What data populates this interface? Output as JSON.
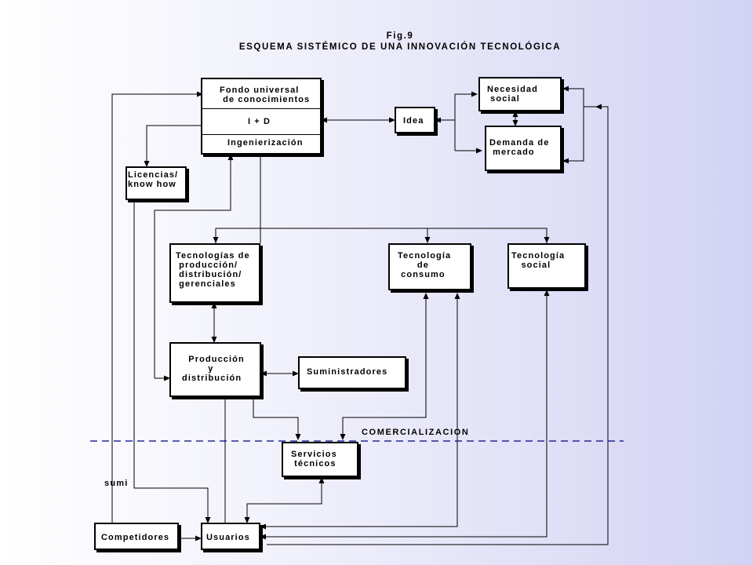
{
  "header": {
    "fig_label": "Fig.9",
    "title": "ESQUEMA SISTÉMICO DE UNA INNOVACIÓN TECNOLÓGICA"
  },
  "nodes": {
    "fondo_universal": "Fondo universal\n de conocimientos",
    "i_mas_d": "I + D",
    "ingenierizacion": "Ingenierización",
    "idea": "Idea",
    "necesidad_social": "Necesidad\n social",
    "demanda_mercado": "Demanda de\n mercado",
    "licencias": "Licencias/\nknow how",
    "tecnologias_produccion": "Tecnologías de\n producción/\n distribución/\n gerenciales",
    "tecnologia_consumo": "Tecnología\n      de\n consumo",
    "tecnologia_social": "Tecnología\n   social",
    "produccion_distribucion": "  Producción\n        y\ndistribución",
    "suministradores": "Suministradores",
    "servicios_tecnicos": "Servicios\n técnicos",
    "competidores": "Competidores",
    "usuarios": "Usuarios"
  },
  "annotations": {
    "comercializacion": "COMERCIALIZACION",
    "sumi": "sumi"
  },
  "colors": {
    "lines": "#000000",
    "dashed_line": "#000080",
    "box_fill": "#ffffff",
    "background_left": "#ffffff",
    "background_right": "#d2d2f4"
  }
}
